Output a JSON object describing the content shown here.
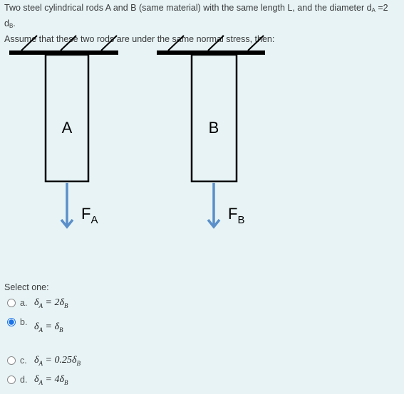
{
  "question": {
    "text_part1": "Two steel cylindrical rods A and B (same material) with the same length L, and the diameter d",
    "sub_a": "A",
    "text_part2": " =2 d",
    "sub_b": "B",
    "text_part3": ".",
    "line2": "Assume that these two rods are under the same normal stress, then:"
  },
  "diagram": {
    "rod_a_label": "A",
    "rod_b_label": "B",
    "force_a_main": "F",
    "force_a_sub": "A",
    "force_b_main": "F",
    "force_b_sub": "B",
    "arrow_color": "#5b8fc9"
  },
  "select_label": "Select one:",
  "options": [
    {
      "letter": "a.",
      "lhs": "δ",
      "lhs_sub": "A",
      "rhs": " = 2δ",
      "rhs_sub": "B",
      "selected": false
    },
    {
      "letter": "b.",
      "lhs": "δ",
      "lhs_sub": "A",
      "rhs": " = δ",
      "rhs_sub": "B",
      "selected": true
    },
    {
      "letter": "c.",
      "lhs": "δ",
      "lhs_sub": "A",
      "rhs": " = 0.25δ",
      "rhs_sub": "B",
      "selected": false
    },
    {
      "letter": "d.",
      "lhs": "δ",
      "lhs_sub": "A",
      "rhs": " = 4δ",
      "rhs_sub": "B",
      "selected": false
    }
  ]
}
